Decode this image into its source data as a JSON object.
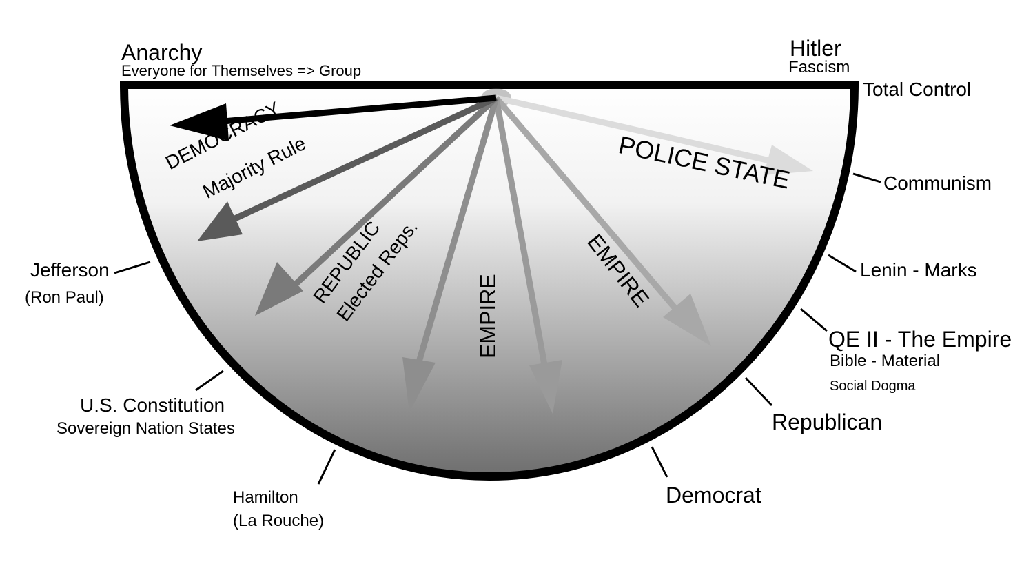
{
  "colors": {
    "outline": "#000000",
    "gradient_top": "#ffffff",
    "gradient_bottom": "#6e6e6e",
    "arrow_anarchy": "#000000",
    "arrow_democracy": "#5a5a5a",
    "arrow_republic": "#7a7a7a",
    "arrow_empire_left": "#8e8e8e",
    "arrow_empire_mid": "#9a9a9a",
    "arrow_empire_right": "#a8a8a8",
    "arrow_police_state": "#dcdcdc"
  },
  "top_left": {
    "title": "Anarchy",
    "subtitle": "Everyone for Themselves => Group"
  },
  "top_right": {
    "title": "Hitler",
    "subtitle": "Fascism",
    "side_label": "Total Control"
  },
  "arrows": [
    {
      "id": "anarchy",
      "label_1": "",
      "label_2": ""
    },
    {
      "id": "democracy",
      "label_1": "DEMOCRACY",
      "label_2": "Majority Rule"
    },
    {
      "id": "republic",
      "label_1": "REPUBLIC",
      "label_2": "Elected Reps."
    },
    {
      "id": "empire-left",
      "label_1": "EMPIRE",
      "label_2": ""
    },
    {
      "id": "empire-right",
      "label_1": "EMPIRE",
      "label_2": ""
    },
    {
      "id": "police-state",
      "label_1": "POLICE STATE",
      "label_2": ""
    }
  ],
  "left_callouts": {
    "jefferson": {
      "line1": "Jefferson",
      "line2": "(Ron Paul)"
    },
    "constitution": {
      "line1": "U.S. Constitution",
      "line2": "Sovereign Nation States"
    },
    "hamilton": {
      "line1": "Hamilton",
      "line2": "(La Rouche)"
    }
  },
  "right_callouts": {
    "communism": {
      "line1": "Communism"
    },
    "lenin": {
      "line1": "Lenin - Marks"
    },
    "qe": {
      "line1": "QE II - The Empire",
      "line2": "Bible - Material",
      "line3": "Social Dogma"
    },
    "republican": {
      "line1": "Republican"
    },
    "democrat": {
      "line1": "Democrat"
    }
  }
}
